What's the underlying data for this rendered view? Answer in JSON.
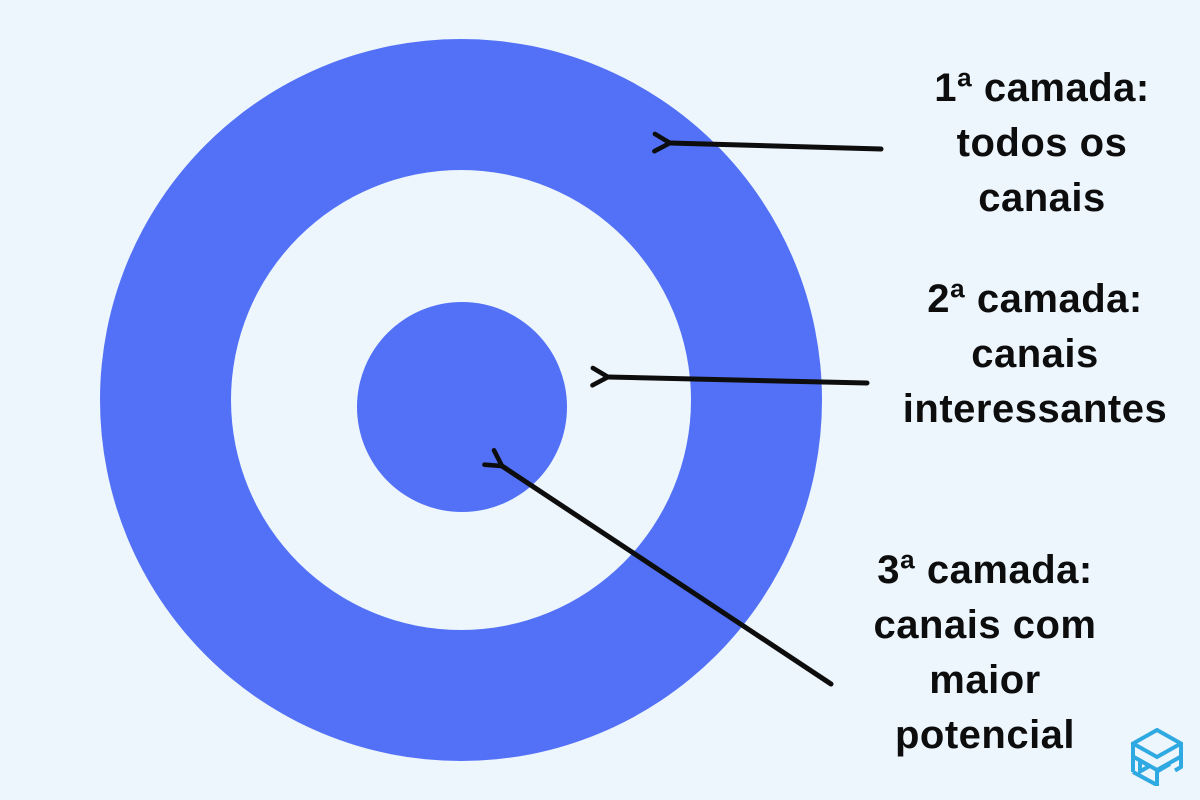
{
  "colors": {
    "background": "#EDF5FD",
    "circle_blue": "#5271F7",
    "ring_light": "#EDF5FD",
    "arrow": "#0D0D0D",
    "text": "#0D0D0D",
    "logo": "#2FA9E2"
  },
  "diagram": {
    "type": "concentric-target",
    "layers": [
      {
        "id": "layer-1",
        "label_text": "1ª camada: todos os canais",
        "label_lines": [
          "1ª camada:",
          "todos os",
          "canais"
        ]
      },
      {
        "id": "layer-2",
        "label_text": "2ª camada: canais interessantes",
        "label_lines": [
          "2ª camada:",
          "canais",
          "interessantes"
        ]
      },
      {
        "id": "layer-3",
        "label_text": "3ª camada: canais com maior potencial",
        "label_lines": [
          "3ª camada:",
          "canais com",
          "maior",
          "potencial"
        ]
      }
    ]
  },
  "icons": {
    "arrow_pointer": "straight-line-arrow",
    "brand_logo": "isometric-cube-box-logo"
  }
}
